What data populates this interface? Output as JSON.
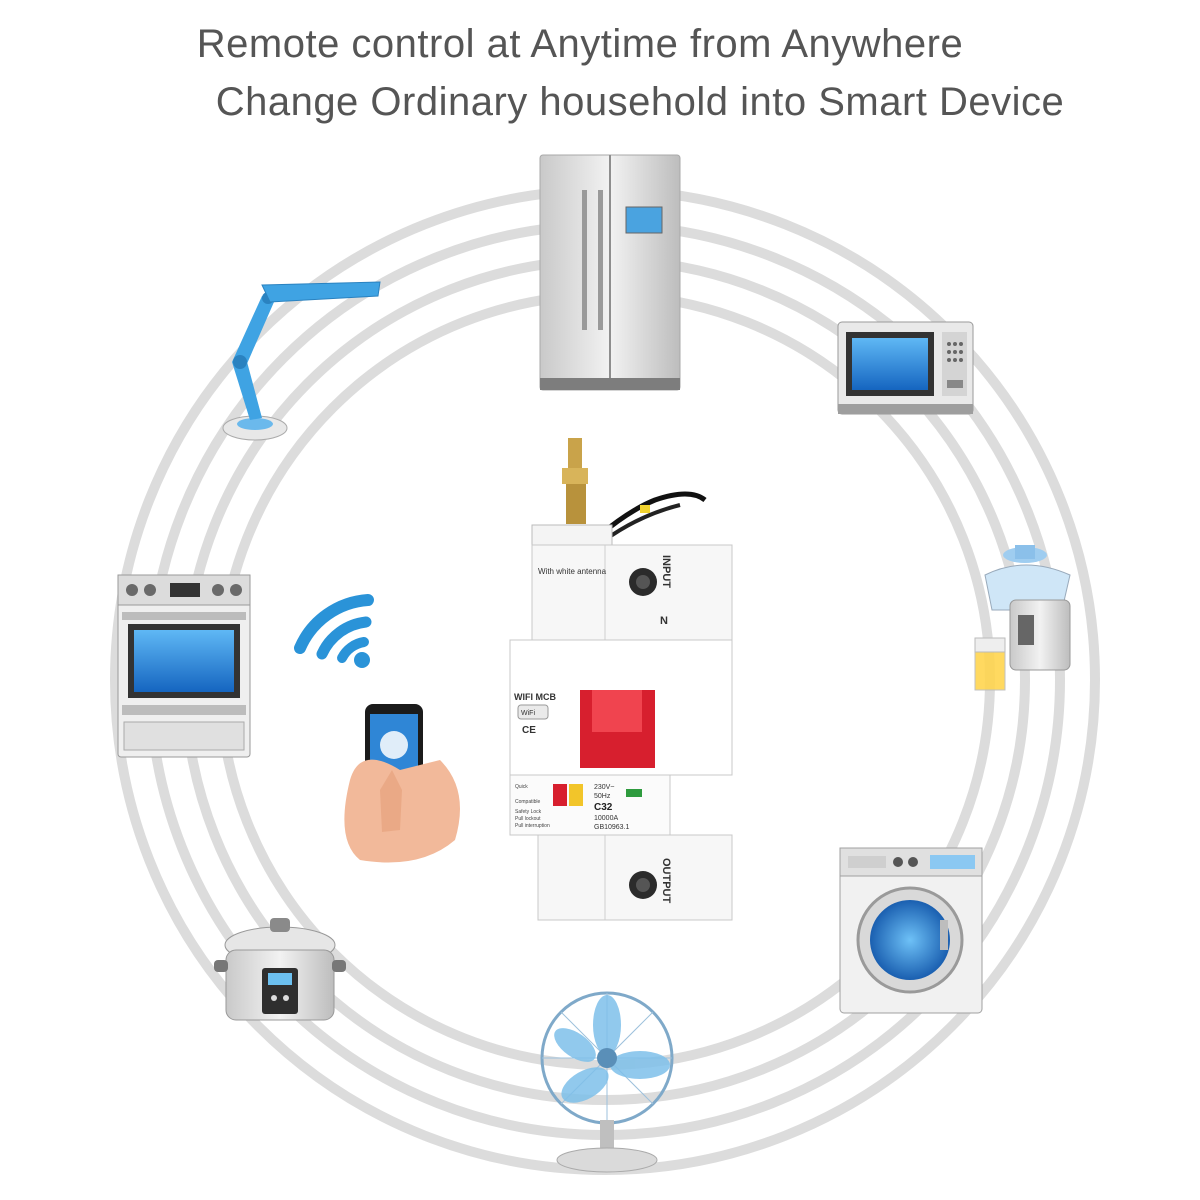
{
  "headline": {
    "line1": "Remote control at Anytime from Anywhere",
    "line2": "Change Ordinary household into Smart Device"
  },
  "breaker": {
    "top_label": "With white antenna",
    "input_label": "INPUT",
    "n_label": "N",
    "brand_label": "WIFI MCB",
    "wifi_badge": "WiFi",
    "ce_mark": "CE",
    "rating_voltage": "230V~",
    "rating_freq": "50Hz",
    "rating_model": "C32",
    "rating_capacity": "10000A",
    "rating_standard": "GB10963.1",
    "side_notes": [
      "Quick",
      "Compatible",
      "Safety Lock",
      "Pull lockout",
      "Pull interruption"
    ],
    "output_label": "OUTPUT"
  },
  "icons": [
    "refrigerator-icon",
    "microwave-icon",
    "juicer-icon",
    "washing-machine-icon",
    "fan-icon",
    "rice-cooker-icon",
    "oven-icon",
    "desk-lamp-icon",
    "wifi-icon",
    "smartphone-hand-icon",
    "smart-breaker-icon"
  ],
  "colors": {
    "text": "#555555",
    "ring": "#d9d9d9",
    "appliance_blue": "#1e88d6",
    "switch_red": "#e02030"
  }
}
